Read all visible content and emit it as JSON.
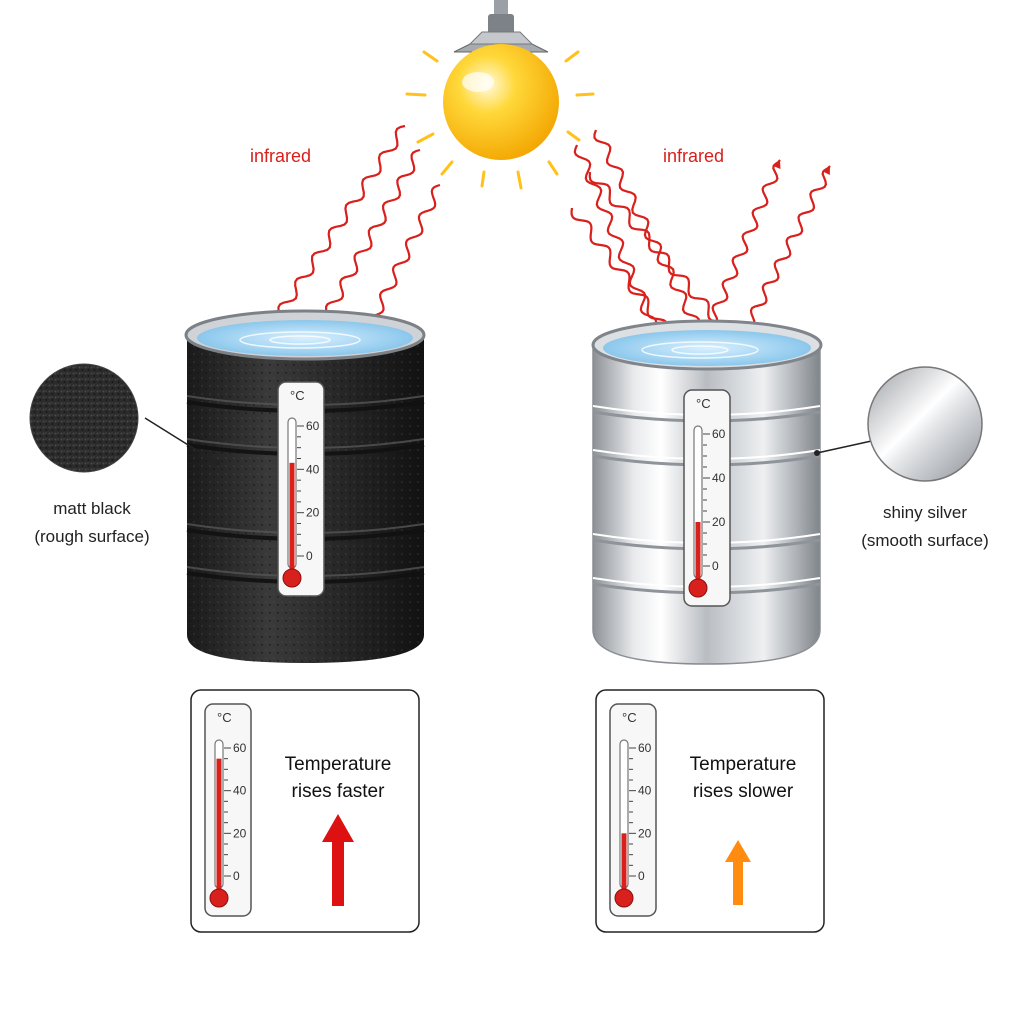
{
  "labels": {
    "infrared_left": "infrared",
    "infrared_right": "infrared",
    "black_surface": "matt black",
    "black_surface_sub": "(rough surface)",
    "silver_surface": "shiny silver",
    "silver_surface_sub": "(smooth surface)"
  },
  "thermometer": {
    "unit": "°C",
    "ticks": [
      "60",
      "40",
      "20",
      "0"
    ]
  },
  "black_can": {
    "color": "#2a2a2a",
    "thermometer_reading": 43
  },
  "silver_can": {
    "color": "#c9ccd0",
    "thermometer_reading": 20
  },
  "result_black": {
    "line1": "Temperature",
    "line2": "rises faster",
    "thermometer_reading": 55,
    "arrow_color": "#dd1111"
  },
  "result_silver": {
    "line1": "Temperature",
    "line2": "rises slower",
    "thermometer_reading": 20,
    "arrow_color": "#ff8c10"
  },
  "colors": {
    "radiation": "#d8201c",
    "bulb": "#ffc21a",
    "water": "#9fd2f2"
  }
}
